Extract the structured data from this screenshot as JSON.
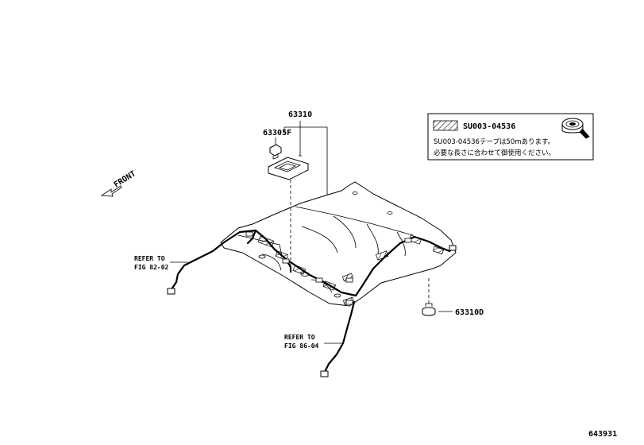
{
  "parts": {
    "headliner": "63310",
    "clip": "63305F",
    "retainer": "63310D"
  },
  "references": {
    "left": {
      "line1": "REFER TO",
      "line2": "FIG 82-02"
    },
    "bottom": {
      "line1": "REFER TO",
      "line2": "FIG 86-04"
    }
  },
  "direction_label": "FRONT",
  "legend": {
    "tape_part": "SU003-04536",
    "note_line1": "SU003-04536テープは50mあります。",
    "note_line2": "必要な長さに合わせて御使用ください。",
    "swatch_pattern": "hatched",
    "tape_icon": "tape-roll-icon"
  },
  "figure_id": "643931"
}
